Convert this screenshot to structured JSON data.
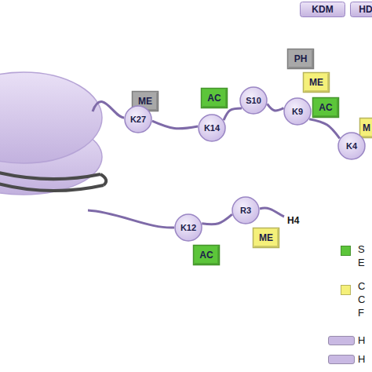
{
  "diagram": {
    "nodes": [
      {
        "text": [
          "KDM"
        ]
      },
      {
        "text": [
          "HD"
        ]
      },
      {
        "text": [
          "PH"
        ]
      },
      {
        "text": [
          "ME"
        ]
      },
      {
        "text": [
          "ME"
        ]
      },
      {
        "text": [
          "K27"
        ]
      },
      {
        "text": [
          "AC"
        ]
      },
      {
        "text": [
          "AC"
        ]
      },
      {
        "text": [
          "S10"
        ]
      },
      {
        "text": [
          "K9"
        ]
      },
      {
        "text": [
          "K14"
        ]
      },
      {
        "text": [
          "M"
        ]
      },
      {
        "text": [
          "K4"
        ]
      },
      {
        "text": [
          "R3"
        ]
      },
      {
        "text": [
          "K12"
        ]
      },
      {
        "text": [
          "ME"
        ]
      },
      {
        "text": [
          "AC"
        ]
      }
    ],
    "edges": [
      {
        "from": 5,
        "to": 10,
        "arrow": "none"
      },
      {
        "from": 10,
        "to": 8,
        "arrow": "none"
      },
      {
        "from": 8,
        "to": 9,
        "arrow": "none"
      },
      {
        "from": 9,
        "to": 12,
        "arrow": "none"
      },
      {
        "from": 14,
        "to": 13,
        "arrow": "none"
      }
    ],
    "labels": [
      "H4"
    ],
    "legend": [
      {
        "text": "S E",
        "color": "#5cc53a"
      },
      {
        "text": "C C F",
        "color": "#f5f07a"
      },
      {
        "text": "H",
        "color": "#c9b9e3"
      },
      {
        "text": "H",
        "color": "#c9b9e3"
      }
    ]
  }
}
